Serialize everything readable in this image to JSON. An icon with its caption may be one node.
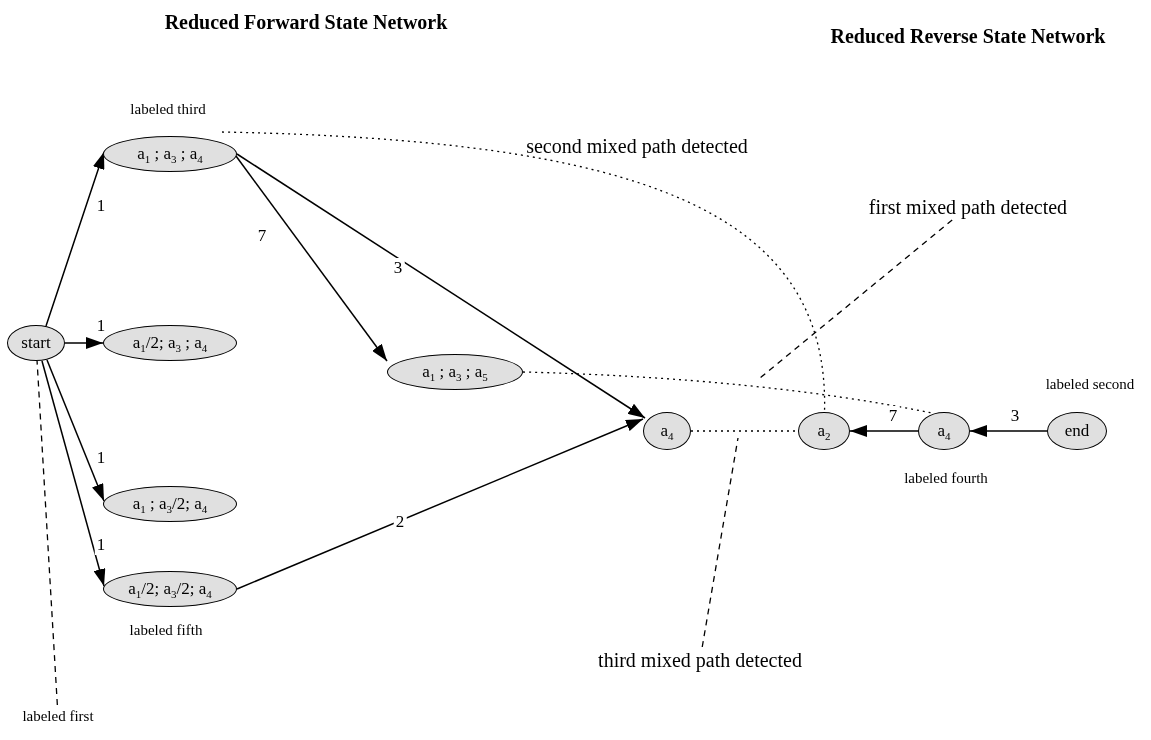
{
  "diagram": {
    "nodes": [
      {
        "text": [
          "start"
        ]
      },
      {
        "text": [
          "a$_{1}$ ; a$_{3}$ ; a$_{4}$"
        ],
        "beside": [
          "labeled third"
        ]
      },
      {
        "text": [
          "a$_{1}$/2; a$_{3}$ ; a$_{4}$"
        ]
      },
      {
        "text": [
          "a$_{1}$ ; a$_{3}$/2; a$_{4}$"
        ]
      },
      {
        "text": [
          "a$_{1}$/2; a$_{3}$/2; a$_{4}$"
        ],
        "beside": [
          "labeled fifth"
        ]
      },
      {
        "text": [
          "a$_{1}$ ; a$_{3}$ ; a$_{5}$"
        ]
      },
      {
        "text": [
          "a$_{4}$"
        ]
      },
      {
        "text": [
          "a$_{2}$"
        ]
      },
      {
        "text": [
          "a$_{4}$"
        ],
        "beside": [
          "labeled fourth"
        ]
      },
      {
        "text": [
          "end"
        ],
        "beside": [
          "labeled second"
        ]
      },
      {
        "text": [
          "labeled first"
        ]
      },
      {
        "text": [
          "first mixed path detected"
        ]
      },
      {
        "text": [
          "third mixed path detected"
        ]
      }
    ],
    "edges": [
      {
        "from": 0,
        "to": 1,
        "arrow": "to",
        "label": "1"
      },
      {
        "from": 0,
        "to": 2,
        "arrow": "to",
        "label": "1"
      },
      {
        "from": 0,
        "to": 3,
        "arrow": "to",
        "label": "1"
      },
      {
        "from": 0,
        "to": 4,
        "arrow": "to",
        "label": "1"
      },
      {
        "from": 1,
        "to": 5,
        "arrow": "to",
        "label": "7"
      },
      {
        "from": 1,
        "to": 6,
        "arrow": "to",
        "label": "3"
      },
      {
        "from": 4,
        "to": 6,
        "arrow": "to",
        "label": "2"
      },
      {
        "from": 8,
        "to": 7,
        "arrow": "to",
        "label": "7"
      },
      {
        "from": 9,
        "to": 8,
        "arrow": "to",
        "label": "3"
      },
      {
        "from": 1,
        "to": 7,
        "arrow": "none",
        "style": "dashed"
      },
      {
        "from": 5,
        "to": 8,
        "arrow": "none",
        "style": "dashed"
      },
      {
        "from": 6,
        "to": 7,
        "arrow": "none",
        "style": "dashed"
      },
      {
        "from": 10,
        "to": 0,
        "arrow": "none",
        "style": "dashed"
      },
      {
        "from": 11,
        "to": null,
        "arrow": "none",
        "style": "dashed"
      },
      {
        "from": 12,
        "to": null,
        "arrow": "none",
        "style": "dashed"
      }
    ],
    "labels": [
      "Reduced Forward State Network",
      "Reduced Reverse State Network",
      "second mixed path detected"
    ]
  }
}
